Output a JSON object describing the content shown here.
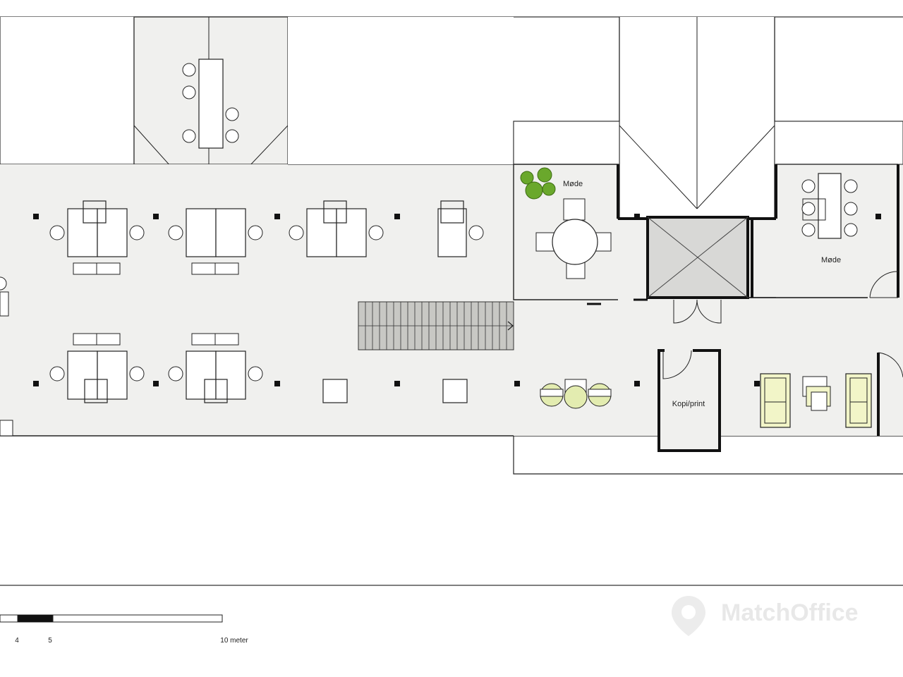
{
  "rooms": {
    "meeting_left": "Møde",
    "meeting_right": "Møde",
    "copy_print": "Kopi/print"
  },
  "scale_bar": {
    "label_4": "4",
    "label_5": "5",
    "label_10": "10 meter"
  },
  "watermark": "MatchOffice",
  "colors": {
    "floor": "#f0f0ee",
    "wall": "#111111",
    "stair": "#c8c8c4",
    "elevator": "#d8d8d6",
    "plant": "#6aa82c",
    "sofa": "#f2f5c8",
    "lounge_chair": "#e3ecb0"
  }
}
